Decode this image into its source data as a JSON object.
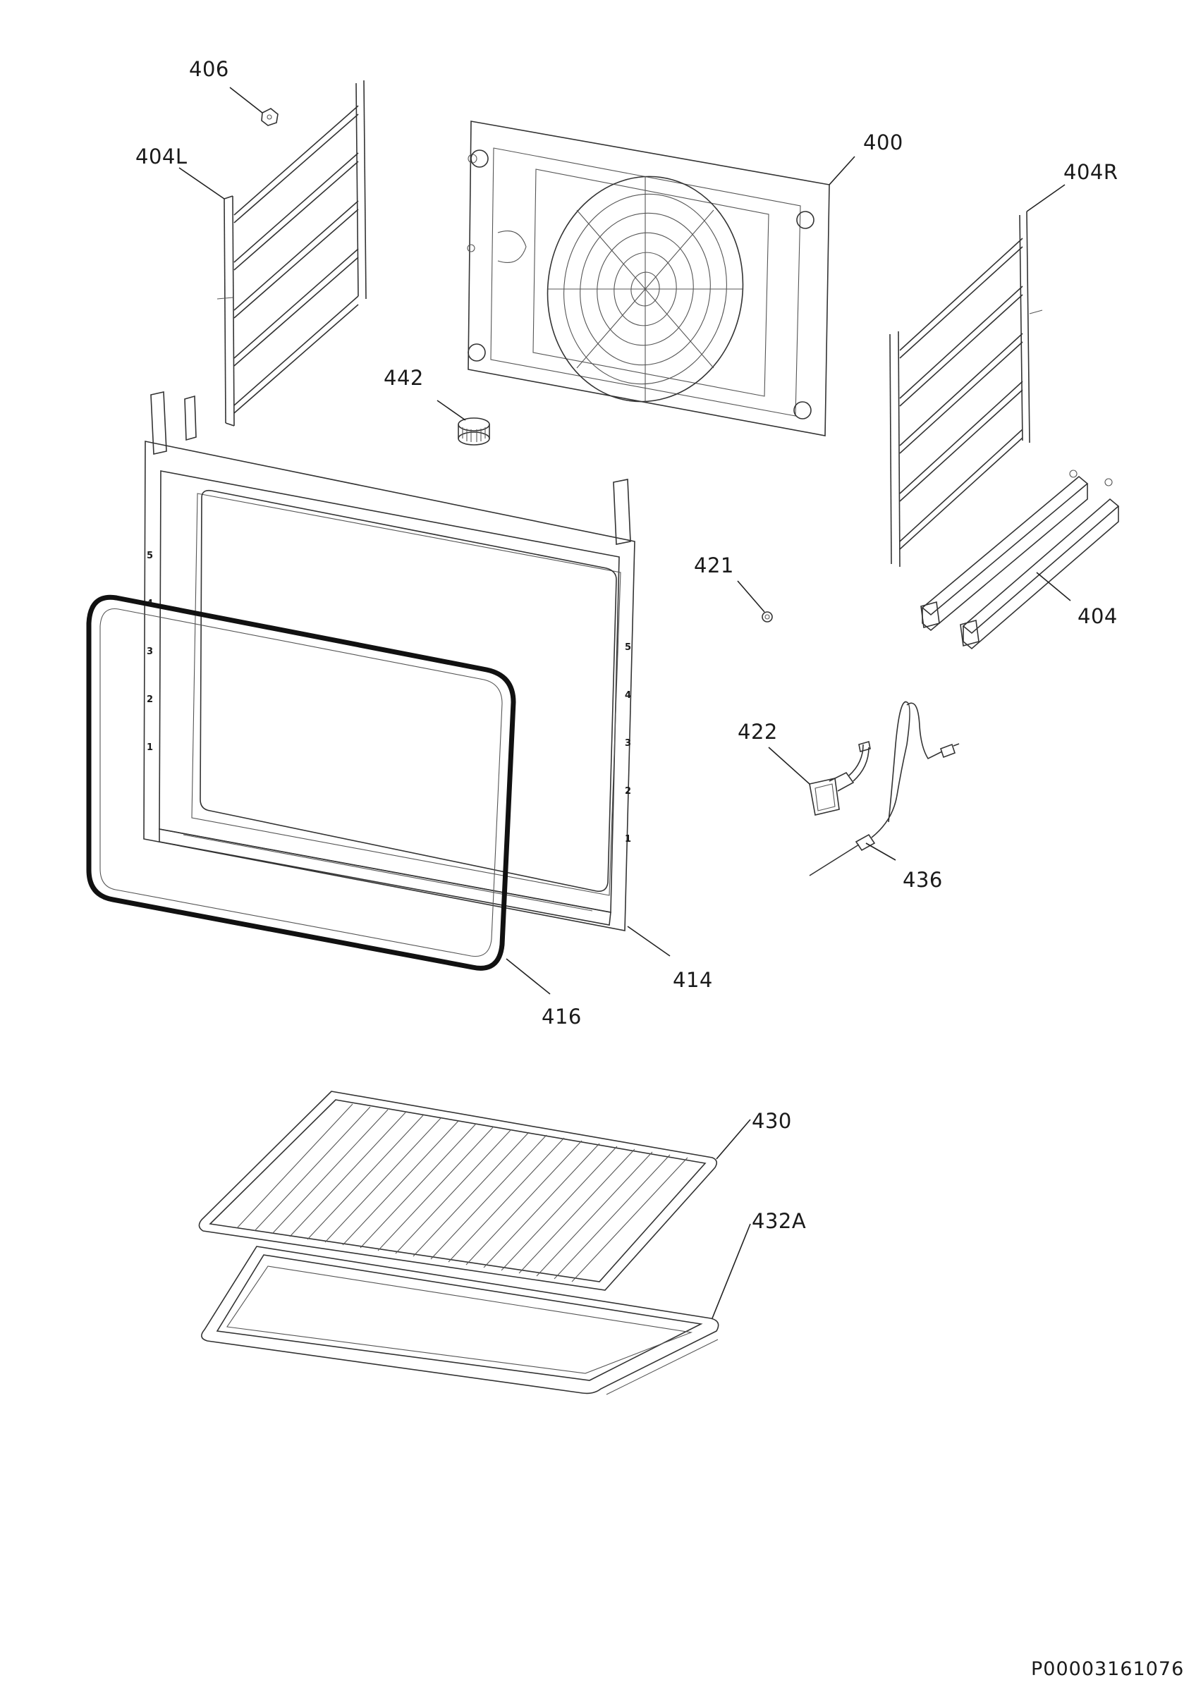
{
  "callouts": [
    {
      "id": "406",
      "label": "406"
    },
    {
      "id": "404L",
      "label": "404L"
    },
    {
      "id": "400",
      "label": "400"
    },
    {
      "id": "404R",
      "label": "404R"
    },
    {
      "id": "442",
      "label": "442"
    },
    {
      "id": "421",
      "label": "421"
    },
    {
      "id": "404",
      "label": "404"
    },
    {
      "id": "422",
      "label": "422"
    },
    {
      "id": "436",
      "label": "436"
    },
    {
      "id": "414",
      "label": "414"
    },
    {
      "id": "416",
      "label": "416"
    },
    {
      "id": "430",
      "label": "430"
    },
    {
      "id": "432A",
      "label": "432A"
    }
  ],
  "shelf_levels_left": [
    "5",
    "4",
    "3",
    "2",
    "1"
  ],
  "shelf_levels_right": [
    "5",
    "4",
    "3",
    "2",
    "1"
  ],
  "document_id": "P00003161076"
}
